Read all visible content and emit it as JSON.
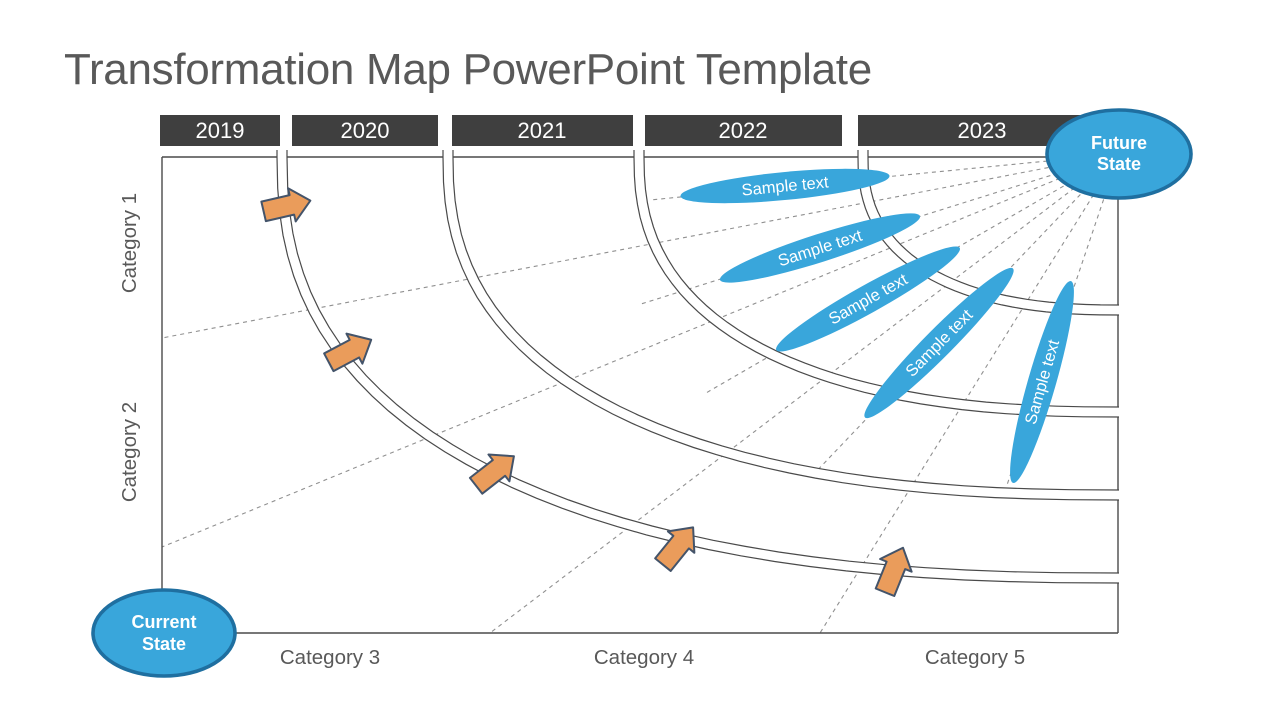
{
  "title": "Transformation Map PowerPoint Template",
  "timeline": {
    "years": [
      "2019",
      "2020",
      "2021",
      "2022",
      "2023"
    ]
  },
  "categories": {
    "left": [
      "Category 1",
      "Category 2"
    ],
    "bottom": [
      "Category 3",
      "Category 4",
      "Category 5"
    ]
  },
  "states": {
    "current": {
      "line1": "Current",
      "line2": "State"
    },
    "future": {
      "line1": "Future",
      "line2": "State"
    }
  },
  "pills": [
    "Sample text",
    "Sample text",
    "Sample text",
    "Sample text",
    "Sample text"
  ],
  "colors": {
    "accent-blue": "#39A6DB",
    "accent-blue-dark": "#1F6FA0",
    "arrow-orange": "#EA9C5B",
    "arrow-outline": "#44546A",
    "header-gray": "#3F3F3F",
    "text-gray": "#595959",
    "line-dark": "#4A4A4A",
    "dash-gray": "#909090"
  }
}
